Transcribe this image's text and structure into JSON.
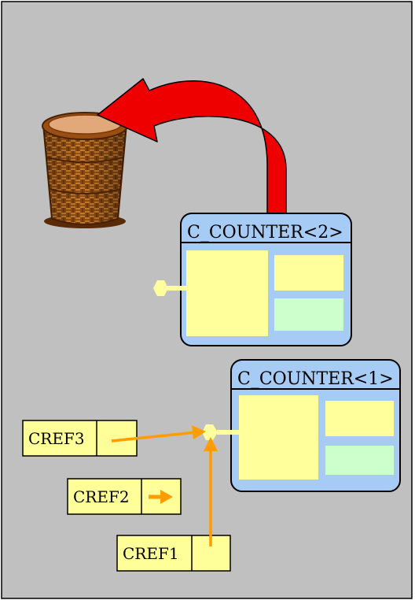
{
  "diagram": {
    "counters": [
      {
        "id": "counter-2",
        "title": "C_COUNTER<2>"
      },
      {
        "id": "counter-1",
        "title": "C_COUNTER<1>"
      }
    ],
    "refs": [
      {
        "id": "cref3",
        "label": "CREF3"
      },
      {
        "id": "cref2",
        "label": "CREF2"
      },
      {
        "id": "cref1",
        "label": "CREF1"
      }
    ],
    "icons": {
      "trash": "wastebasket-icon",
      "recycle_arrow": "curved-arrow-icon"
    },
    "colors": {
      "background": "#c0c0c0",
      "panel_blue": "#a6cbf4",
      "cell_yellow": "#ffff9c",
      "cell_green": "#ccffcc",
      "ref_yellow": "#ffff99",
      "pointer_orange": "#ff9c00",
      "connector_yellow": "#ffff9c",
      "arrow_red": "#ee0000"
    }
  }
}
